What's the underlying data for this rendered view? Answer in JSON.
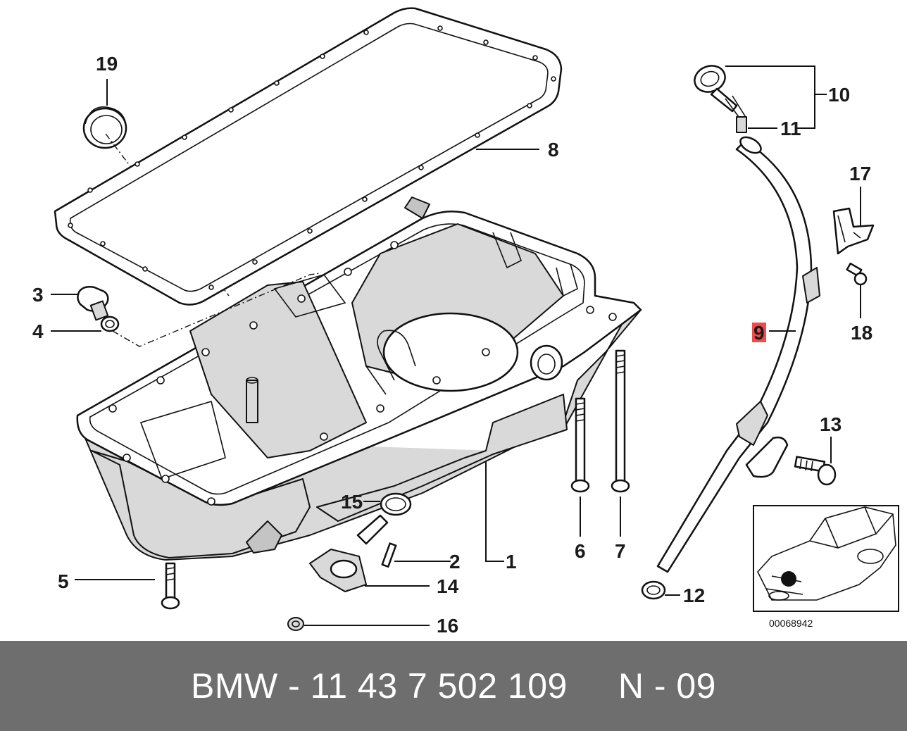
{
  "callouts": {
    "n1": "1",
    "n2": "2",
    "n3": "3",
    "n4": "4",
    "n5": "5",
    "n6": "6",
    "n7": "7",
    "n8": "8",
    "n9": "9",
    "n10": "10",
    "n11": "11",
    "n12": "12",
    "n13": "13",
    "n14": "14",
    "n15": "15",
    "n16": "16",
    "n17": "17",
    "n18": "18",
    "n19": "19"
  },
  "highlighted_callout": "9",
  "colors": {
    "highlight": "#f04a4a",
    "footer_bg": "#6e6e6e",
    "footer_text": "#ffffff"
  },
  "inset": {
    "diagram_number": "00068942"
  },
  "footer": {
    "part_ref": "BMW - 11 43 7 502 109",
    "group": "N - 09"
  }
}
